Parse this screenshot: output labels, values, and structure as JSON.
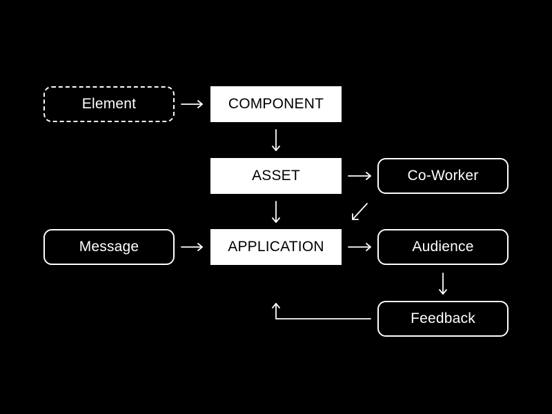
{
  "diagram": {
    "nodes": {
      "element": "Element",
      "component": "COMPONENT",
      "asset": "ASSET",
      "application": "APPLICATION",
      "message": "Message",
      "co_worker": "Co-Worker",
      "audience": "Audience",
      "feedback": "Feedback"
    },
    "edges": [
      {
        "from": "element",
        "to": "component"
      },
      {
        "from": "component",
        "to": "asset"
      },
      {
        "from": "asset",
        "to": "application"
      },
      {
        "from": "asset",
        "to": "co_worker"
      },
      {
        "from": "co_worker",
        "to": "application"
      },
      {
        "from": "message",
        "to": "application"
      },
      {
        "from": "application",
        "to": "audience"
      },
      {
        "from": "audience",
        "to": "feedback"
      },
      {
        "from": "feedback",
        "to": "application"
      }
    ],
    "colors": {
      "background": "#000000",
      "foreground": "#ffffff"
    }
  }
}
